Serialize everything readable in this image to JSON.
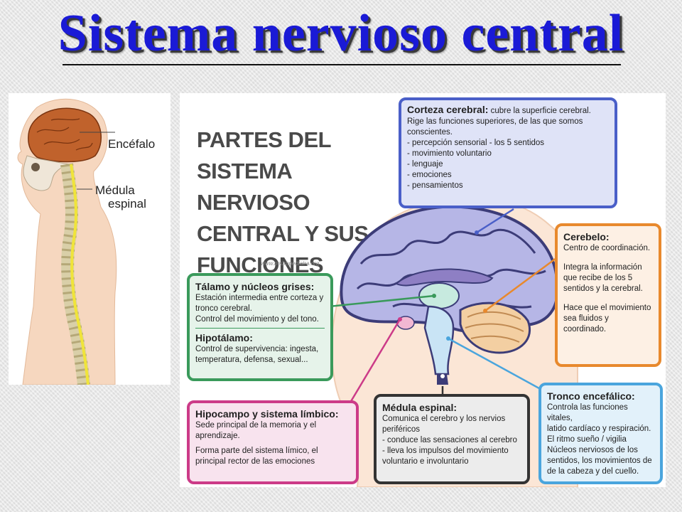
{
  "page_title": "Sistema nervioso central",
  "body_labels": {
    "encefalo": "Encéfalo",
    "medula_1": "Médula",
    "medula_2": "espinal"
  },
  "heading_lines": [
    "PARTES DEL",
    "SISTEMA NERVIOSO",
    "CENTRAL Y SUS",
    "FUNCIONES"
  ],
  "credit": "www.neuropediatra.org",
  "boxes": {
    "corteza": {
      "title": "Corteza cerebral:",
      "inline": "cubre la superficie cerebral.",
      "lines": [
        "Rige las funciones superiores, de las que somos",
        "conscientes.",
        "- percepción sensorial - los 5 sentidos",
        "- movimiento voluntario",
        "- lenguaje",
        "- emociones",
        "- pensamientos"
      ],
      "color": "#4a5fc8",
      "fill": "#dfe3f7"
    },
    "cerebelo": {
      "title": "Cerebelo:",
      "lines": [
        "Centro de coordinación.",
        "",
        "Integra la información",
        "que recibe de los 5",
        "sentidos y la cerebral.",
        "",
        "Hace que el movimiento",
        "sea fluidos y coordinado."
      ],
      "color": "#e8892d",
      "fill": "#fdf0e4"
    },
    "talamo": {
      "title": "Tálamo y núcleos grises:",
      "lines": [
        "Estación intermedia entre corteza y",
        "tronco cerebral.",
        "Control del movimiento y del tono."
      ],
      "title2": "Hipotálamo:",
      "lines2": [
        "Control de supervivencia: ingesta,",
        "temperatura, defensa, sexual..."
      ],
      "color": "#3a9a5b",
      "fill": "#e6f3ea"
    },
    "hipocampo": {
      "title": "Hipocampo y sistema límbico:",
      "lines": [
        "Sede principal de la memoria y el",
        "aprendizaje.",
        "",
        "Forma parte del sistema límico, el",
        "principal rector de las emociones"
      ],
      "color": "#cc3b88",
      "fill": "#f8e3ee"
    },
    "medula": {
      "title": "Médula espinal:",
      "lines": [
        "Comunica el cerebro y los nervios",
        "periféricos",
        "- conduce las sensaciones al cerebro",
        "- lleva los impulsos del movimiento",
        "voluntario e involuntario"
      ],
      "color": "#333333",
      "fill": "#ececec"
    },
    "tronco": {
      "title": "Tronco encefálico:",
      "lines": [
        "Controla las funciones vitales,",
        "latido cardíaco y respiración.",
        "El ritmo sueño / vigilia",
        "Núcleos nerviosos de los",
        "sentidos, los movimientos de",
        "de la cabeza y del cuello."
      ],
      "color": "#4aa5dd",
      "fill": "#e2f1fa"
    }
  }
}
